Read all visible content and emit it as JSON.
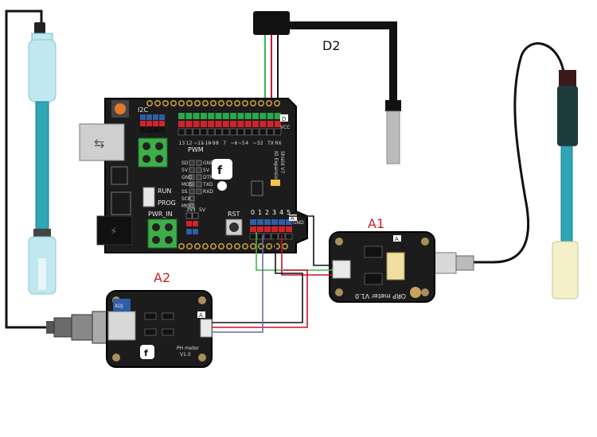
{
  "labels": {
    "a1": "A1",
    "a2": "A2",
    "d2": "D2"
  },
  "shield": {
    "i2c": "I2C",
    "pwm": "PWM",
    "run": "RUN",
    "prog": "PROG",
    "pwr_in": "PWR_IN",
    "rst": "RST",
    "d_marker": "D",
    "a_marker": "A",
    "vcc": "VCC",
    "gnd": "GND",
    "analog_pins": [
      "0",
      "1",
      "2",
      "3",
      "4",
      "5"
    ],
    "digital_pins": [
      "13",
      "12",
      "~11",
      "~10",
      "~9",
      "8",
      "7",
      "~6",
      "~5",
      "4",
      "~3",
      "2",
      "TX",
      "RX"
    ],
    "left_pin_labels": [
      "SD",
      "5V",
      "GND",
      "MOSI",
      "SS",
      "SCK",
      "MISO"
    ],
    "right_pin_labels": [
      "GND",
      "5V",
      "DTR",
      "TXD",
      "RXD"
    ],
    "bottom_small": [
      "3V3",
      "5V"
    ],
    "side_text": [
      "IO Expansion",
      "Shield V7"
    ]
  },
  "orp_module": {
    "name": "ORP meter V1.0",
    "a_marker": "A"
  },
  "ph_module": {
    "name": "PH meter",
    "version": "V1.0",
    "adj": "ADJ",
    "a_marker": "A"
  },
  "colors": {
    "board": "#1c1c1c",
    "header_red": "#d2232a",
    "header_green": "#2aa84a",
    "header_blue": "#2f5ea8",
    "terminal_green": "#3fae49",
    "wire_green": "#3fb54a",
    "wire_red": "#c8102e",
    "wire_black": "#111111",
    "wire_blue": "#6a6aa8",
    "probe_blue": "#2fa6b6",
    "probe_light": "#bfe8ef",
    "label_red": "#cc1f1f"
  }
}
